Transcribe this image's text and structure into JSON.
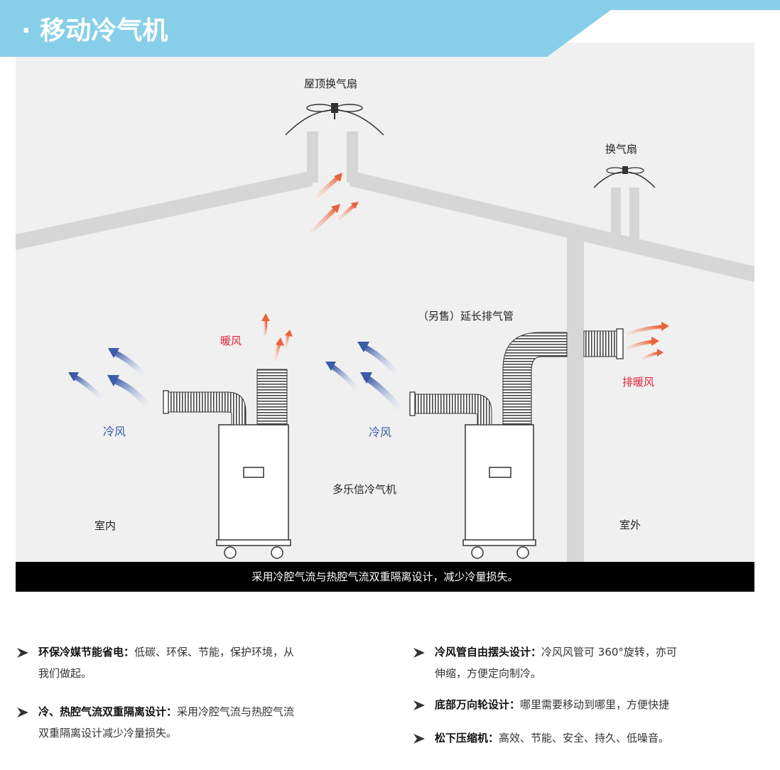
{
  "header": {
    "title": "·  移动冷气机"
  },
  "diagram": {
    "roof_fan_label": "屋顶换气扇",
    "vent_fan_label": "换气扇",
    "warm_air_label": "暖风",
    "cold_air_left_label": "冷风",
    "cold_air_mid_label": "冷风",
    "extension_duct_label": "（另售）延长排气管",
    "exhaust_warm_label": "排暖风",
    "product_label": "多乐信冷气机",
    "indoor_label": "室内",
    "outdoor_label": "室外",
    "bottom_caption": "采用冷腔气流与热腔气流双重隔离设计，减少冷量损失。"
  },
  "features": [
    {
      "title": "环保冷媒节能省电：",
      "text": "低碳、环保、节能，保护环境，从",
      "text2": "我们做起。"
    },
    {
      "title": "冷、热腔气流双重隔离设计：",
      "text": "采用冷腔气流与热腔气流",
      "text2": "双重隔离设计减少冷量损失。"
    },
    {
      "title": "冷风管自由摆头设计：",
      "text": "冷风风管可 360°旋转，亦可",
      "text2": "伸缩，方便定向制冷。"
    },
    {
      "title": "底部万向轮设计：",
      "text": "哪里需要移动到哪里，方便快捷",
      "text2": ""
    },
    {
      "title": "松下压缩机：",
      "text": "高效、节能、安全、持久、低噪音。",
      "text2": ""
    }
  ],
  "colors": {
    "header_band": "#87cfe8",
    "warm_arrow": "#e8623a",
    "cold_arrow": "#3a5ba8",
    "bar": "#000000"
  }
}
